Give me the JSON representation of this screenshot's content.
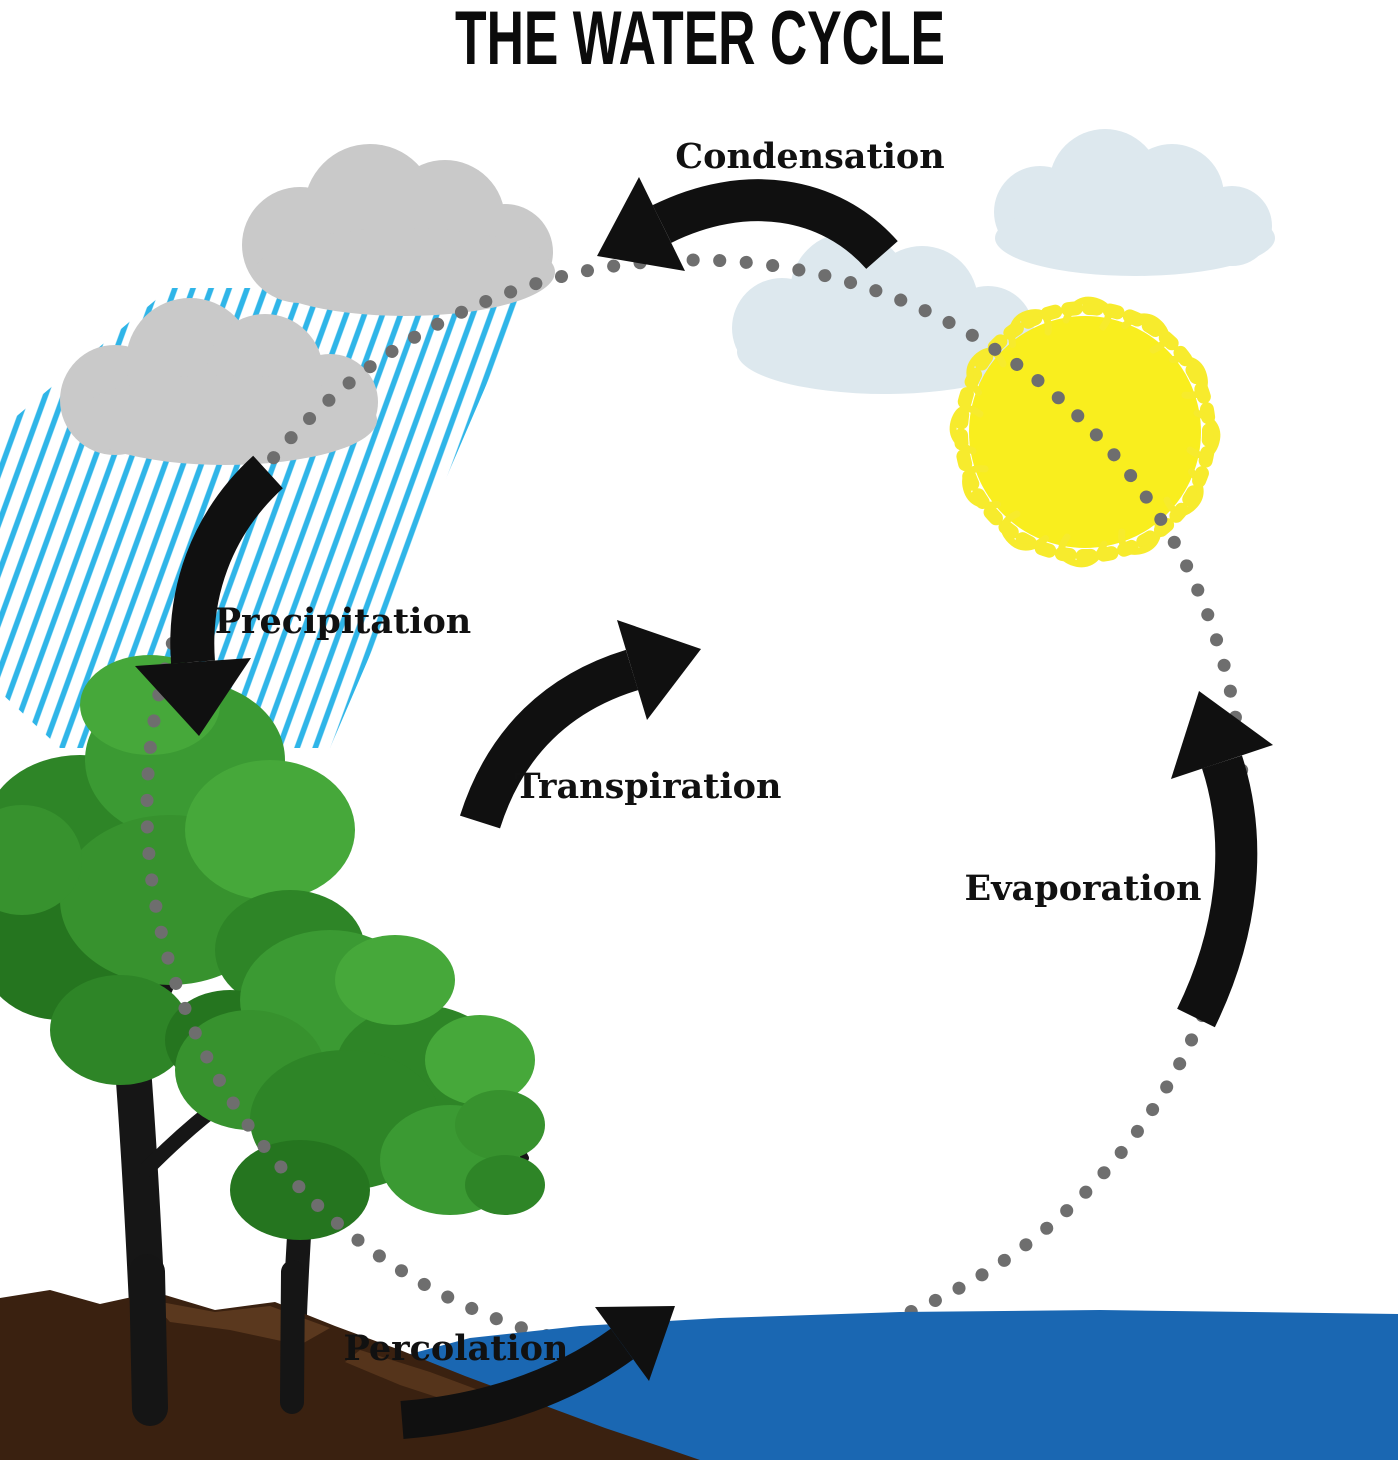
{
  "title": "THE WATER CYCLE",
  "labels": {
    "condensation": "Condensation",
    "precipitation": "Precipitation",
    "transpiration": "Transpiration",
    "evaporation": "Evaporation",
    "percolation": "Percolation"
  },
  "colors": {
    "arrow": "#101010",
    "rain": "#2fb5e8",
    "cloud_gray": "#c9c9c9",
    "cloud_light": "#dde8ee",
    "sun": "#f9ee1e",
    "sun_fringe": "#f7eb2d",
    "water": "#1a67b2",
    "soil": "#3a2110",
    "soil_light": "#5a381e",
    "foliage": "#3b9a33",
    "trunk": "#161616",
    "dots": "#6e6e6e"
  }
}
